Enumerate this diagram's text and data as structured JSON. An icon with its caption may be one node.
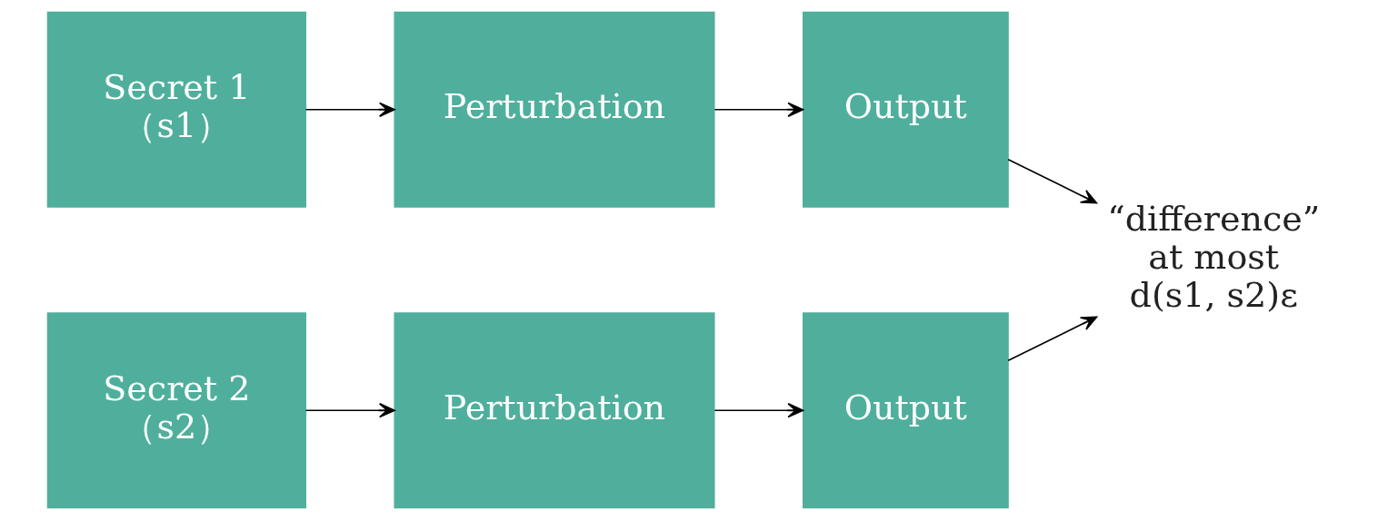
{
  "diagram": {
    "nodes": [
      {
        "text": [
          "Secret 1 （s1）"
        ]
      },
      {
        "text": [
          "Perturbation"
        ]
      },
      {
        "text": [
          "Output"
        ]
      },
      {
        "text": [
          "Secret 2 （s2）"
        ]
      },
      {
        "text": [
          "Perturbation"
        ]
      },
      {
        "text": [
          "Output"
        ]
      },
      {
        "text": [
          "“difference” at most d(s1, s2)ε"
        ]
      }
    ],
    "edges": [
      {
        "from": 0,
        "to": 1,
        "arrow": "to"
      },
      {
        "from": 1,
        "to": 2,
        "arrow": "to"
      },
      {
        "from": 2,
        "to": 6,
        "arrow": "to"
      },
      {
        "from": 3,
        "to": 4,
        "arrow": "to"
      },
      {
        "from": 4,
        "to": 5,
        "arrow": "to"
      },
      {
        "from": 5,
        "to": 6,
        "arrow": "to"
      }
    ]
  }
}
